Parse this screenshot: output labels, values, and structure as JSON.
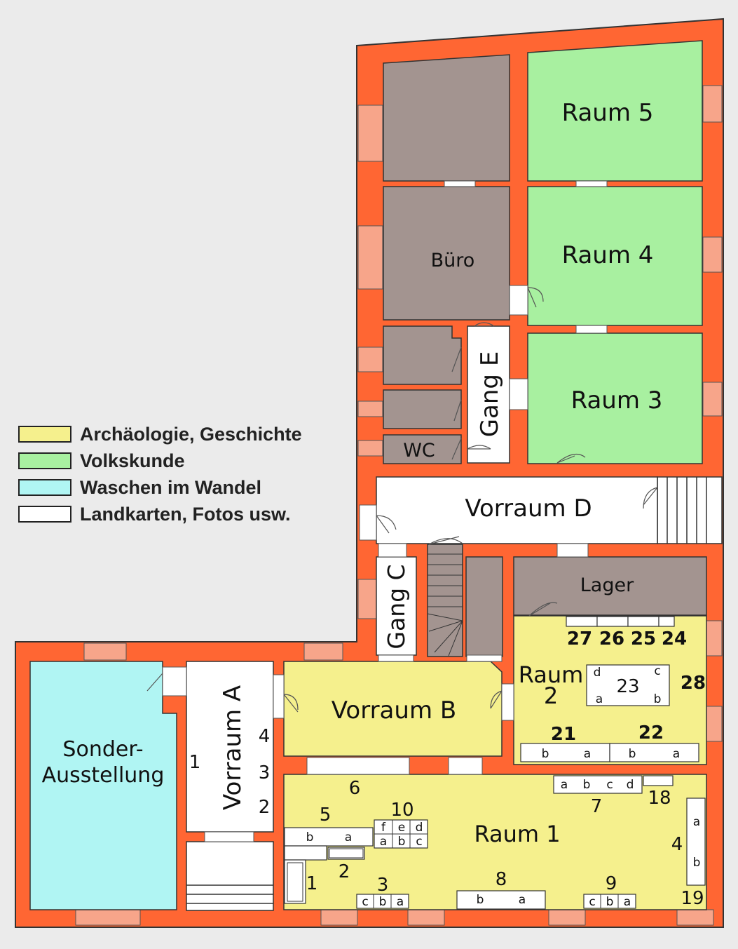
{
  "colors": {
    "wall": "#ff6633",
    "window": "#f7a58a",
    "brown": "#a39490",
    "green": "#a8f0a0",
    "yellow": "#f5f08d",
    "cyan": "#b0f5f3",
    "white": "#ffffff"
  },
  "legend": [
    {
      "label": "Archäologie, Geschichte",
      "color": "#f5f08d"
    },
    {
      "label": "Volkskunde",
      "color": "#a8f0a0"
    },
    {
      "label": "Waschen im Wandel",
      "color": "#b0f5f3"
    },
    {
      "label": "Landkarten, Fotos usw.",
      "color": "#ffffff"
    }
  ],
  "rooms": {
    "raum5": "Raum 5",
    "raum4": "Raum 4",
    "raum3": "Raum 3",
    "buero": "Büro",
    "wc": "WC",
    "gang_e": "Gang E",
    "vorraum_d": "Vorraum D",
    "lager": "Lager",
    "gang_c": "Gang C",
    "raum2_line1": "Raum",
    "raum2_line2": "2",
    "vorraum_b": "Vorraum B",
    "vorraum_a": "Vorraum A",
    "sonder_line1": "Sonder-",
    "sonder_line2": "Ausstellung",
    "raum1": "Raum 1"
  },
  "raum2_labels": [
    "27",
    "26",
    "25",
    "24",
    "23",
    "28",
    "21",
    "22"
  ],
  "raum2_letters": [
    "d",
    "c",
    "a",
    "b",
    "b",
    "a",
    "b",
    "a"
  ],
  "vorraum_a_numbers": [
    "1",
    "4",
    "3",
    "2"
  ],
  "raum1_numbers": [
    "6",
    "5",
    "10",
    "7",
    "18",
    "4",
    "19",
    "2",
    "1",
    "3",
    "8",
    "9"
  ],
  "raum1_letters": {
    "case5": [
      "b",
      "a"
    ],
    "case10_top": [
      "f",
      "e",
      "d"
    ],
    "case10_bottom": [
      "a",
      "b",
      "c"
    ],
    "case7": [
      "a",
      "b",
      "c",
      "d"
    ],
    "case4": [
      "a",
      "b"
    ],
    "case3": [
      "c",
      "b",
      "a"
    ],
    "case8": [
      "b",
      "a"
    ],
    "case9": [
      "c",
      "b",
      "a"
    ]
  }
}
